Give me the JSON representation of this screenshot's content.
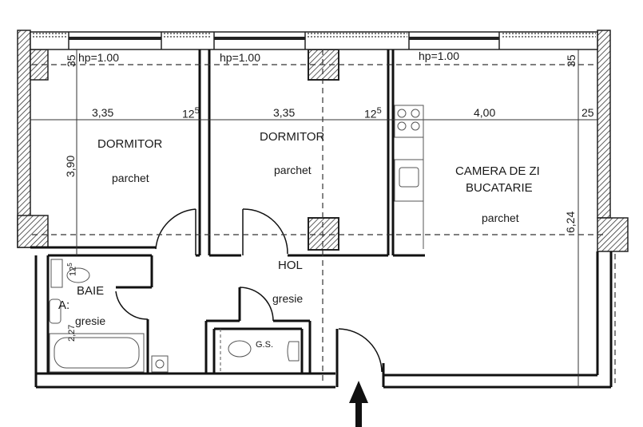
{
  "plan": {
    "hp_labels": [
      "hp=1.00",
      "hp=1.00",
      "hp=1.00"
    ],
    "rooms": [
      {
        "id": "dormitor-1",
        "name": "DORMITOR",
        "floor": "parchet"
      },
      {
        "id": "dormitor-2",
        "name": "DORMITOR",
        "floor": "parchet"
      },
      {
        "id": "camera-de-zi",
        "name_line1": "CAMERA DE ZI",
        "name_line2": "BUCATARIE",
        "floor": "parchet"
      },
      {
        "id": "hol",
        "name": "HOL",
        "floor": "gresie"
      },
      {
        "id": "baie",
        "name": "BAIE",
        "floor": "gresie",
        "extra": "A:"
      },
      {
        "id": "gs",
        "name": "G.S."
      }
    ],
    "dimensions": {
      "top_left_offset": "35",
      "top_right_offset": "35",
      "room1_width": "3,35",
      "room1_wall": "12",
      "room1_wall_sup": "5",
      "room2_width": "3,35",
      "room2_wall": "12",
      "room2_wall_sup": "5",
      "room3_width": "4,00",
      "right_wall": "25",
      "room1_depth": "3,90",
      "living_depth": "6,24",
      "baie_small": "12",
      "baie_small_sup": "5",
      "baie_depth": "2,27"
    },
    "entrance": {
      "icon": "arrow-up-icon"
    }
  }
}
